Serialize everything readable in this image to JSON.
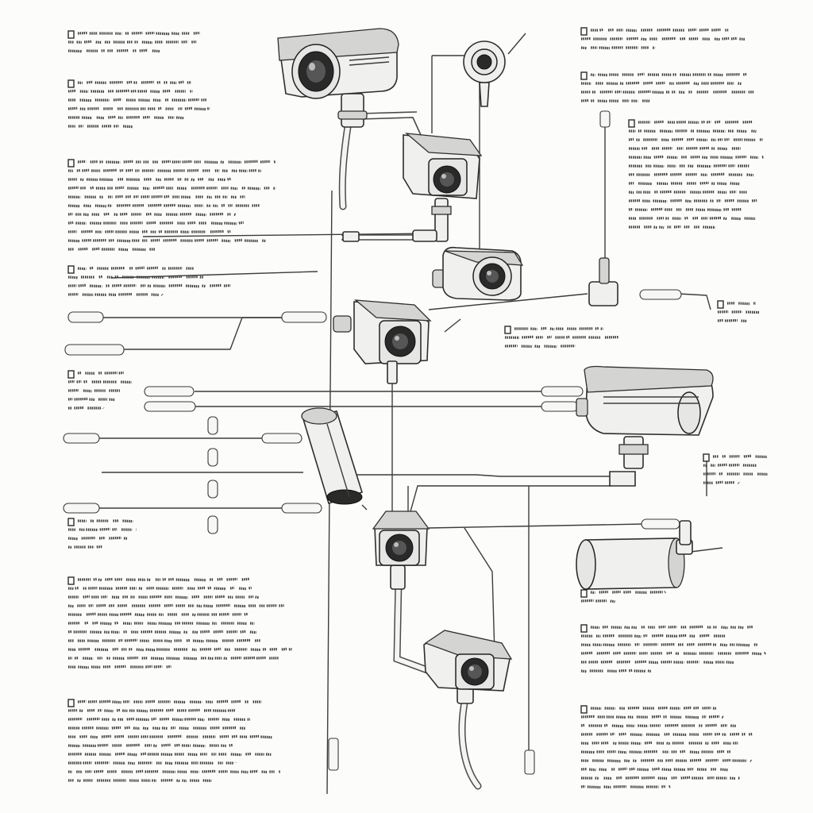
{
  "page": {
    "background": "#fcfcfb",
    "line_color": "#3d3d3d",
    "camera_color": "#f0f0ee"
  },
  "cameras": [
    {
      "id": "bullet-top",
      "kind": "bullet"
    },
    {
      "id": "box-upper",
      "kind": "box"
    },
    {
      "id": "box-mid-right",
      "kind": "box"
    },
    {
      "id": "box-center",
      "kind": "box"
    },
    {
      "id": "bullet-large-right",
      "kind": "bullet"
    },
    {
      "id": "tube-left",
      "kind": "tube"
    },
    {
      "id": "dome-lower",
      "kind": "box"
    },
    {
      "id": "box-bottom",
      "kind": "box"
    },
    {
      "id": "tube-right",
      "kind": "tube"
    },
    {
      "id": "round-top",
      "kind": "round"
    }
  ],
  "labels": {
    "left": [
      "",
      "",
      "",
      "",
      "",
      "",
      "",
      "",
      "",
      ""
    ],
    "right": [
      "",
      "",
      "",
      "",
      "",
      "",
      ""
    ]
  }
}
